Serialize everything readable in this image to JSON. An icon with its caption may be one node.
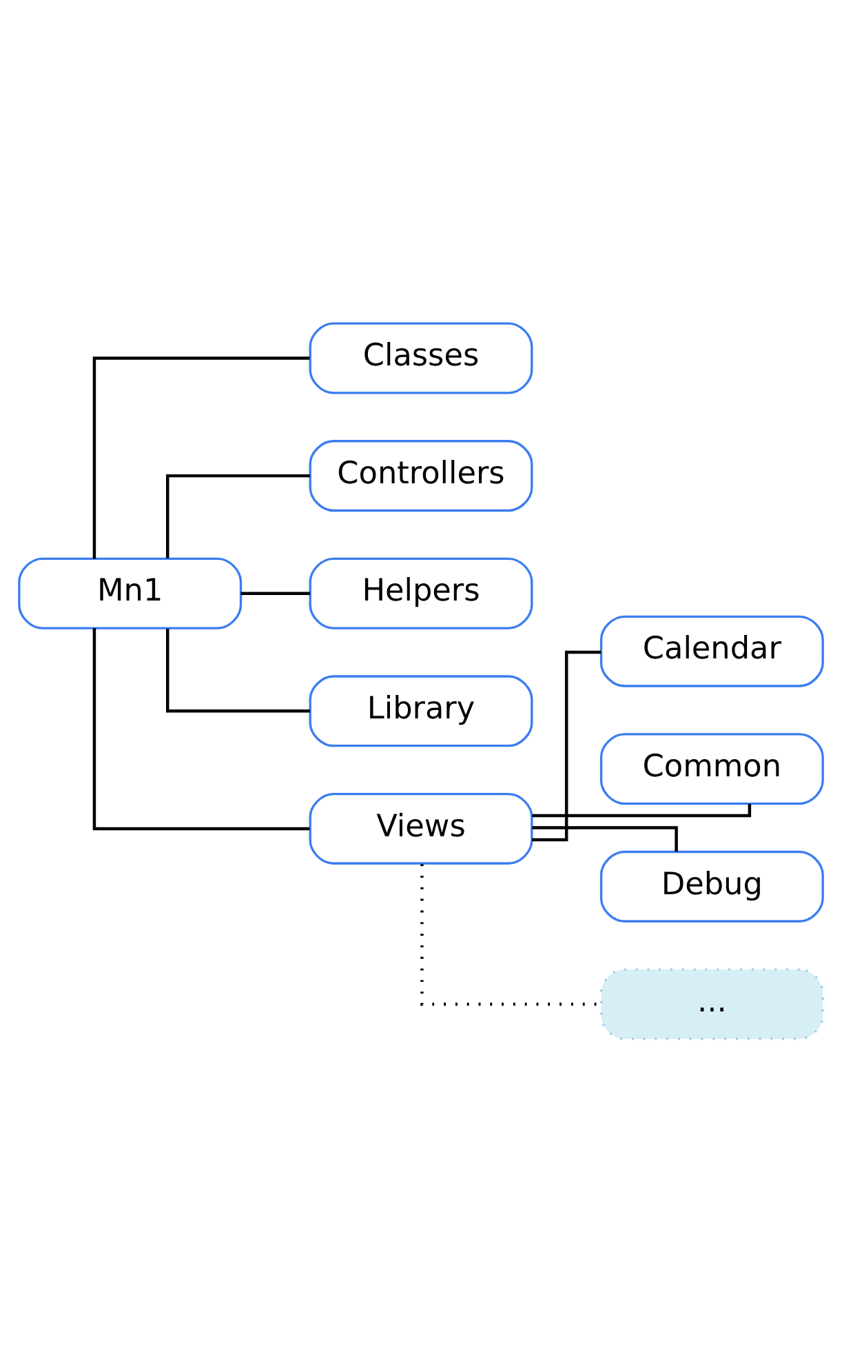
{
  "diagram": {
    "nodes": [
      {
        "text": [
          "Mn1"
        ]
      },
      {
        "text": [
          "Classes"
        ]
      },
      {
        "text": [
          "Controllers"
        ]
      },
      {
        "text": [
          "Helpers"
        ]
      },
      {
        "text": [
          "Library"
        ]
      },
      {
        "text": [
          "Views"
        ]
      },
      {
        "text": [
          "Calendar"
        ]
      },
      {
        "text": [
          "Common"
        ]
      },
      {
        "text": [
          "Debug"
        ]
      },
      {
        "text": [
          "..."
        ]
      }
    ],
    "edges": [
      {
        "from": 0,
        "to": 1,
        "arrow": "none"
      },
      {
        "from": 0,
        "to": 2,
        "arrow": "none"
      },
      {
        "from": 0,
        "to": 3,
        "arrow": "none"
      },
      {
        "from": 0,
        "to": 4,
        "arrow": "none"
      },
      {
        "from": 0,
        "to": 5,
        "arrow": "none"
      },
      {
        "from": 5,
        "to": 6,
        "arrow": "none"
      },
      {
        "from": 5,
        "to": 7,
        "arrow": "none"
      },
      {
        "from": 5,
        "to": 8,
        "arrow": "none"
      },
      {
        "from": 5,
        "to": 9,
        "arrow": "none",
        "style": "dashed"
      }
    ]
  }
}
